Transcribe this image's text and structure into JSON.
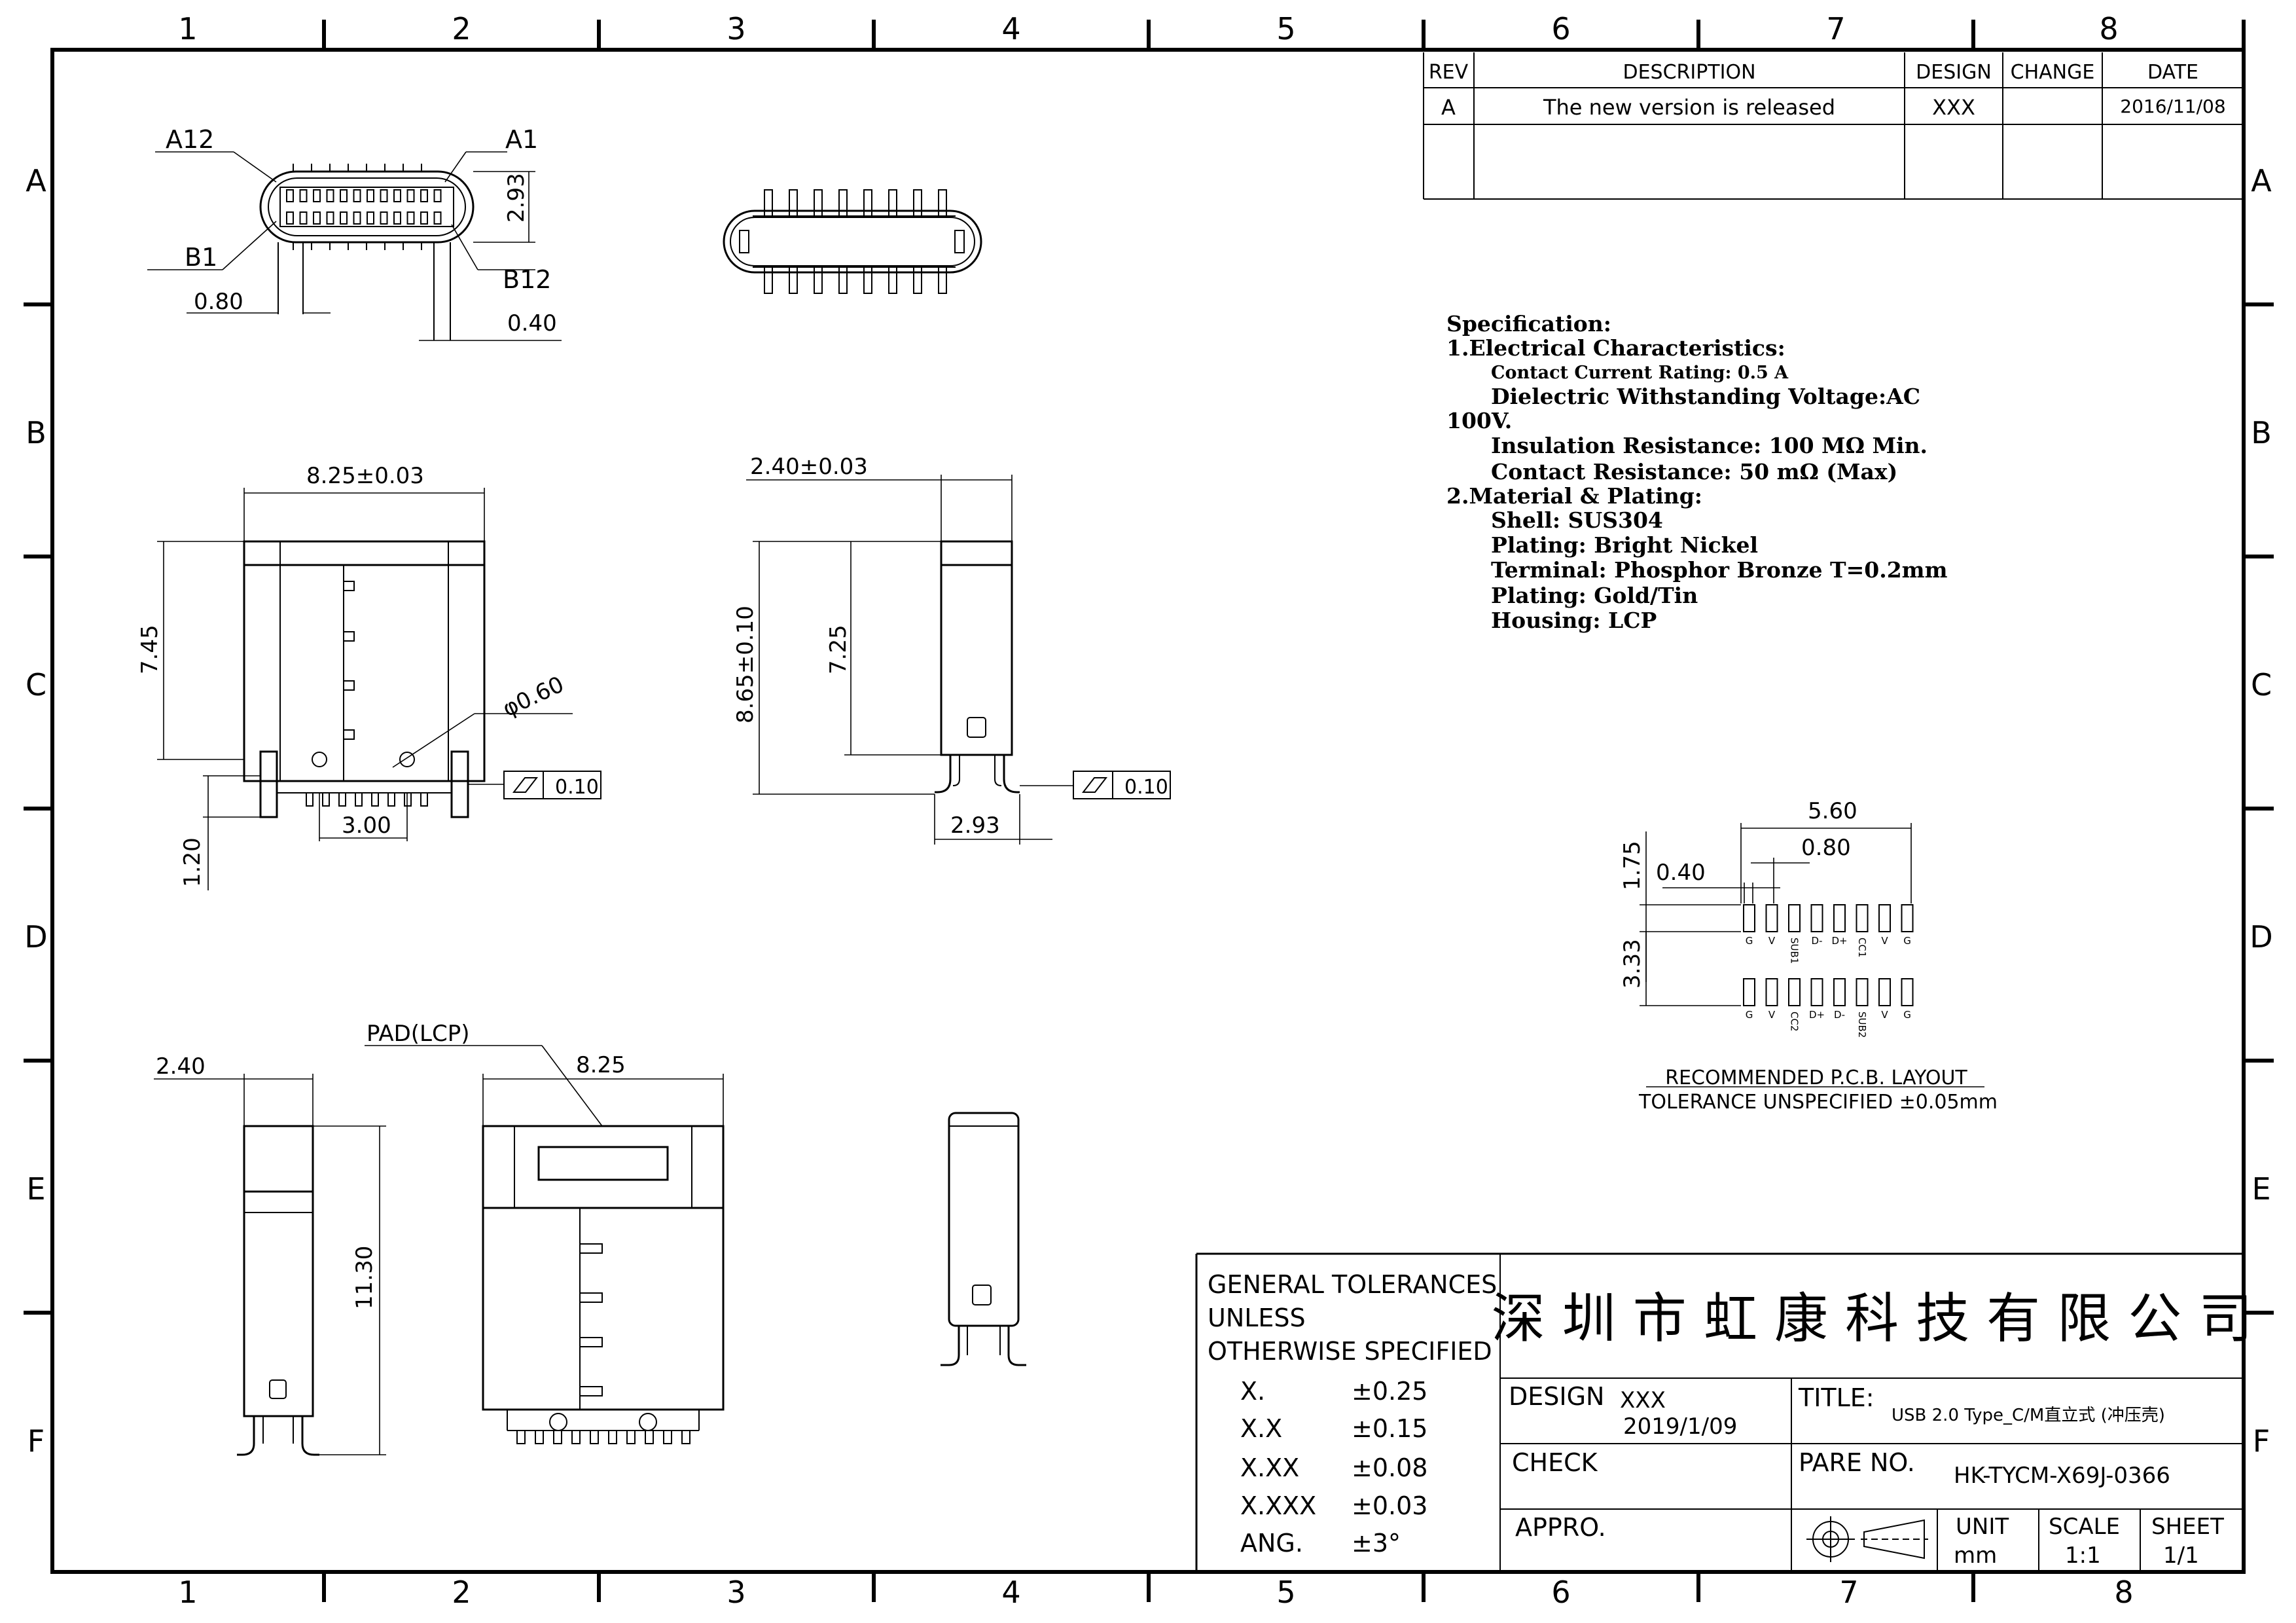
{
  "frame": {
    "columns": [
      "1",
      "2",
      "3",
      "4",
      "5",
      "6",
      "7",
      "8"
    ],
    "rows": [
      "A",
      "B",
      "C",
      "D",
      "E",
      "F"
    ]
  },
  "revision_table": {
    "headers": [
      "REV",
      "DESCRIPTION",
      "DESIGN",
      "CHANGE",
      "DATE"
    ],
    "rows": [
      [
        "A",
        "The  new  version  is  released",
        "XXX",
        "",
        "2016/11/08"
      ]
    ]
  },
  "specification": {
    "lines": [
      "Specification:",
      "1.Electrical  Characteristics:",
      "Contact  Current  Rating:  0.5  A",
      "Dielectric  Withstanding  Voltage:AC",
      "100V.",
      "Insulation  Resistance:  100  MΩ  Min.",
      "Contact  Resistance:  50  mΩ  (Max)",
      "2.Material  &  Plating:",
      "Shell:  SUS304",
      "Plating:  Bright  Nickel",
      "Terminal:  Phosphor  Bronze  T=0.2mm",
      "Plating:  Gold/Tin",
      "Housing:  LCP"
    ]
  },
  "dimensions": {
    "front_top": {
      "a12": "A12",
      "a1": "A1",
      "b1": "B1",
      "b12": "B12",
      "h": "2.93",
      "pitch": "0.80",
      "w": "0.40"
    },
    "front": {
      "width": "8.25±0.03",
      "height": "7.45",
      "hole": "φ0.60",
      "pin_sp": "3.00",
      "pin_len": "1.20",
      "flat": "0.10"
    },
    "side": {
      "width": "2.40±0.03",
      "height": "8.65±0.10",
      "body": "7.25",
      "foot": "2.93",
      "flat": "0.10"
    },
    "bottom_left": {
      "width": "2.40",
      "height": "11.30"
    },
    "bottom_mid": {
      "pad": "PAD(LCP)",
      "width": "8.25"
    }
  },
  "pcb_layout": {
    "total": "5.60",
    "pitch": "0.80",
    "pad_w": "0.40",
    "pad_h": "1.75",
    "row_sp": "3.33",
    "top_pins": [
      "G",
      "V",
      "SUB1",
      "D-",
      "D+",
      "CC1",
      "V",
      "G"
    ],
    "bottom_pins": [
      "G",
      "V",
      "CC2",
      "D+",
      "D-",
      "SUB2",
      "V",
      "G"
    ],
    "caption": "RECOMMENDED   P.C.B.  LAYOUT",
    "tolerance": "TOLERANCE  UNSPECIFIED  ±0.05mm"
  },
  "title_block": {
    "tol_head": [
      "GENERAL  TOLERANCES",
      "UNLESS",
      "OTHERWISE  SPECIFIED"
    ],
    "tolerances": [
      {
        "k": "X.",
        "v": "±0.25"
      },
      {
        "k": "X.X",
        "v": "±0.15"
      },
      {
        "k": "X.XX",
        "v": "±0.08"
      },
      {
        "k": "X.XXX",
        "v": "±0.03"
      },
      {
        "k": "ANG.",
        "v": "±3°"
      }
    ],
    "company": "深 圳 市 虹 康 科 技 有 限 公 司",
    "design_label": "DESIGN",
    "design_name": "XXX",
    "design_date": "2019/1/09",
    "check_label": "CHECK",
    "appro_label": "APPRO.",
    "title_label": "TITLE:",
    "title_value": "USB  2.0  Type_C/M直立式  (冲压壳)",
    "part_label": "PARE  NO.",
    "part_value": "HK-TYCM-X69J-0366",
    "unit_label": "UNIT",
    "unit_value": "mm",
    "scale_label": "SCALE",
    "scale_value": "1:1",
    "sheet_label": "SHEET",
    "sheet_value": "1/1"
  }
}
